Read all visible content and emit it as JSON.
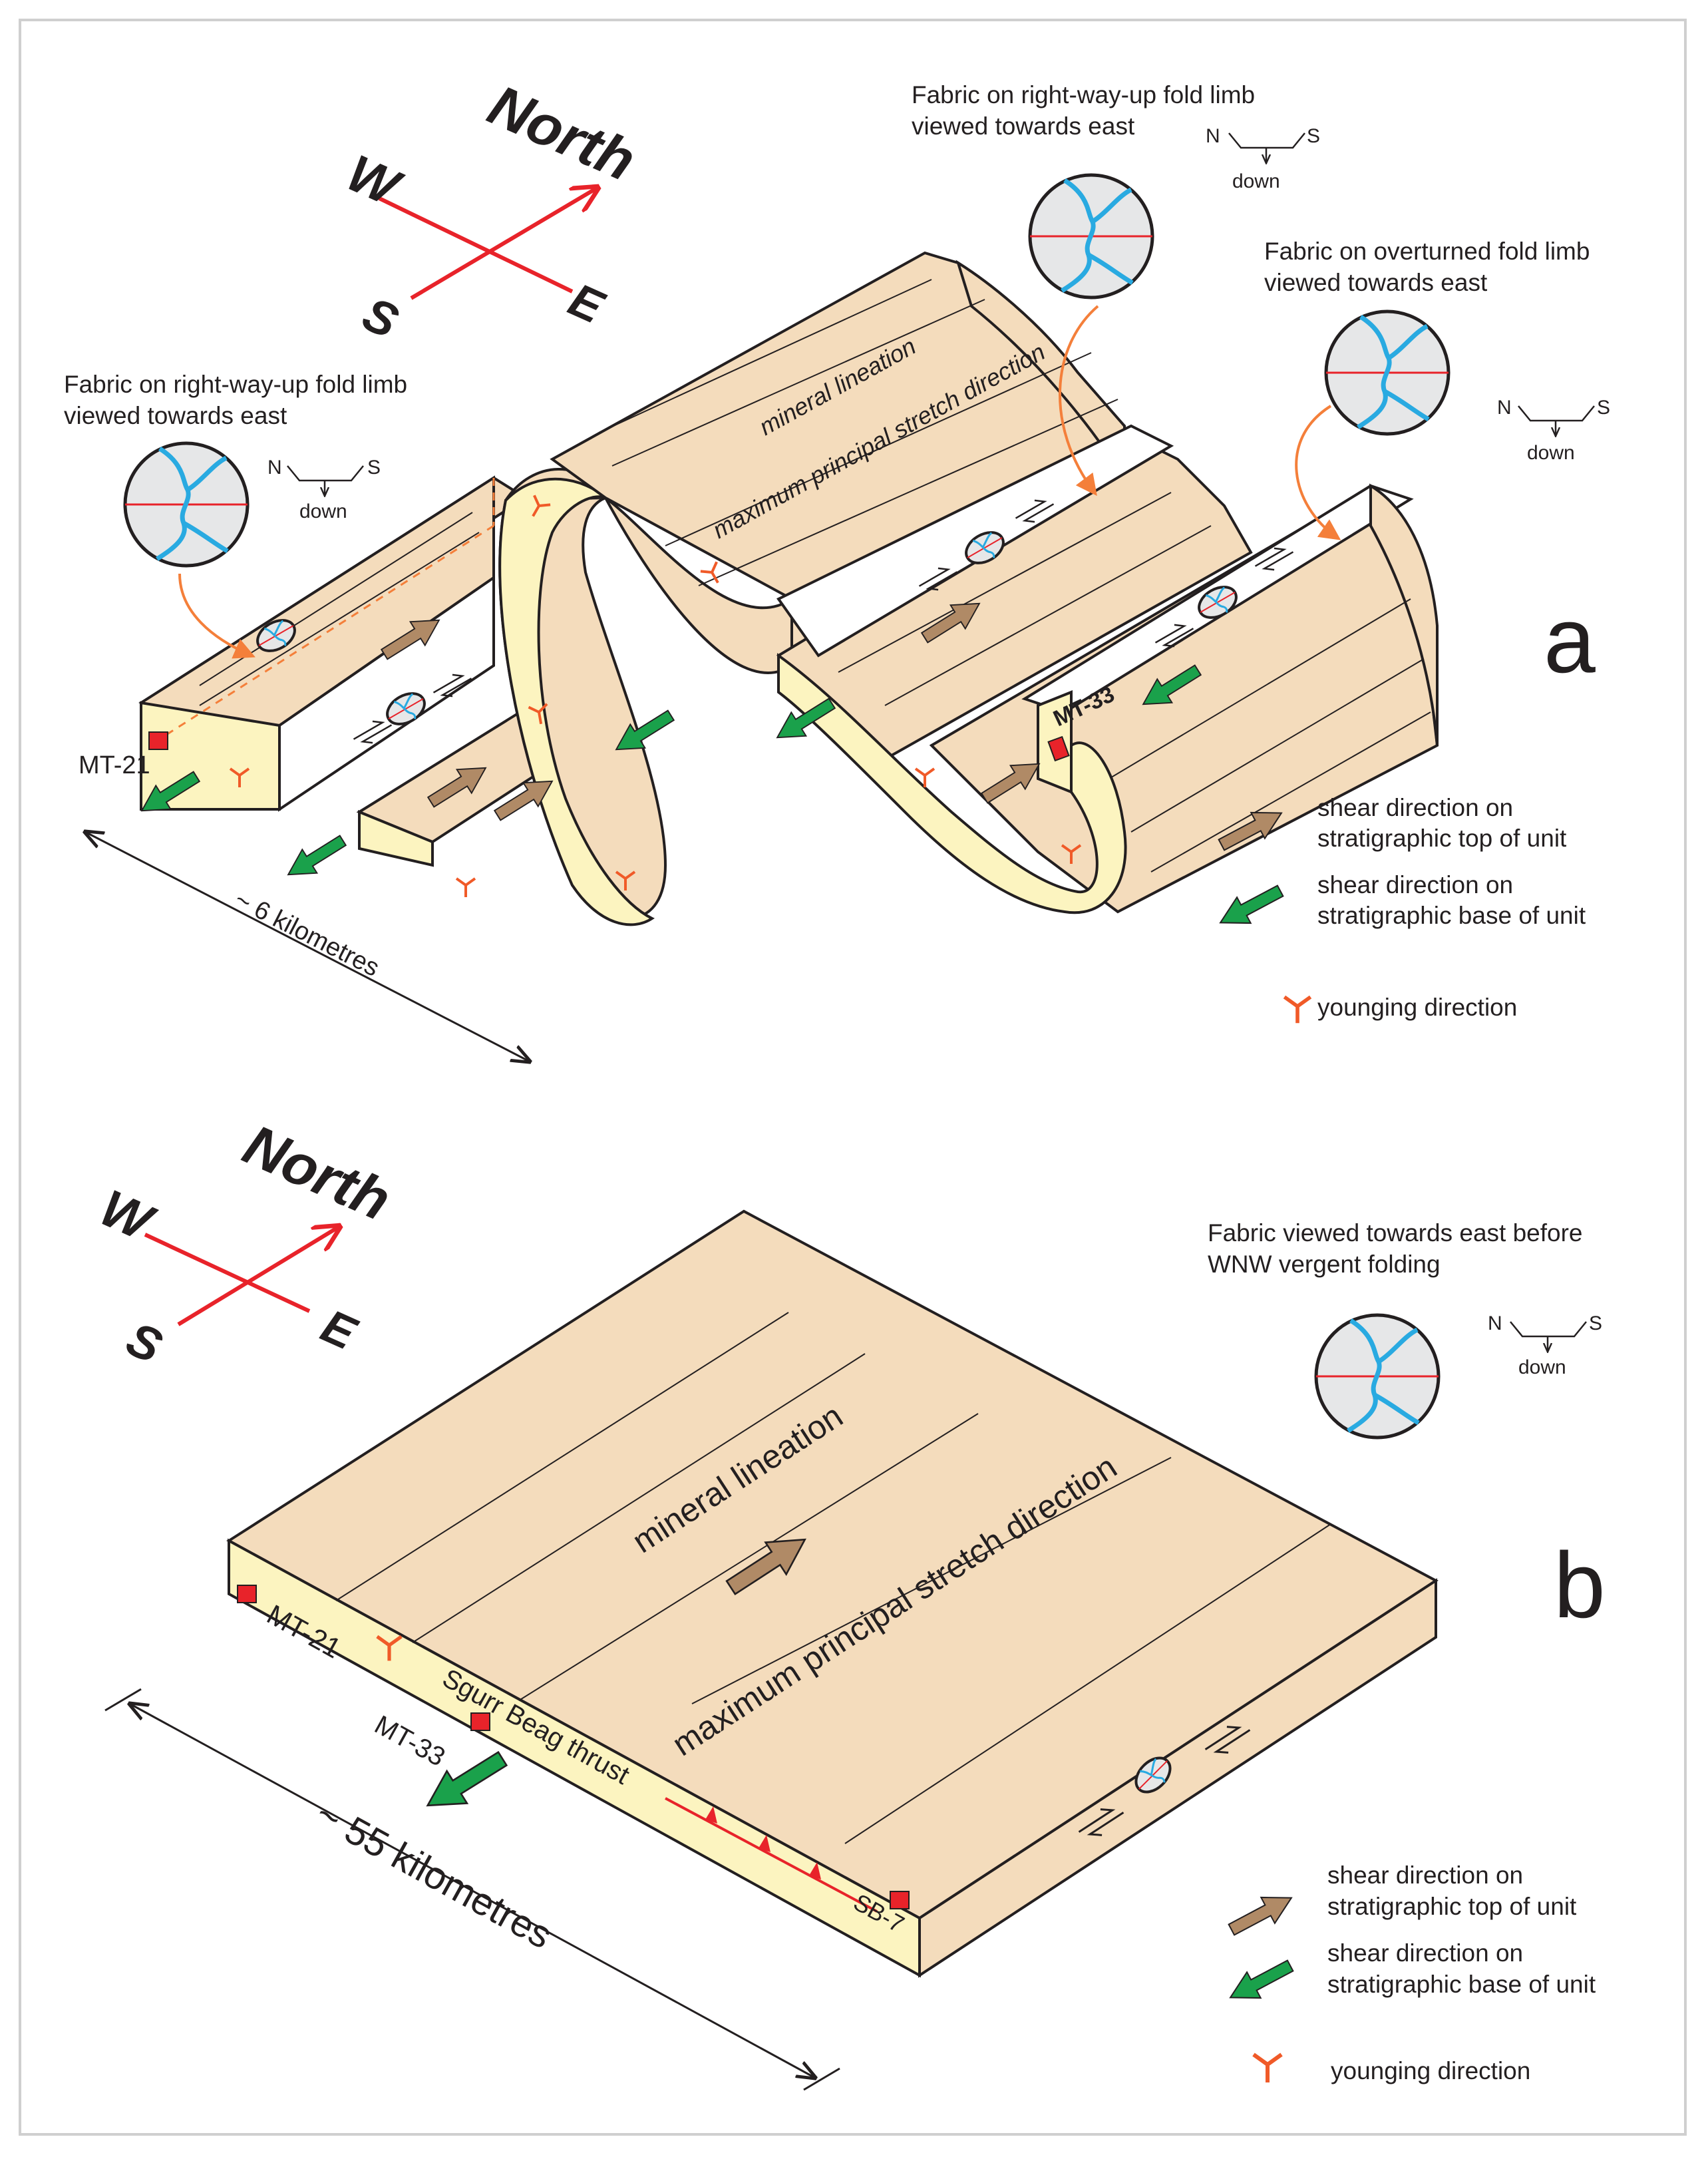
{
  "colors": {
    "block_fill": "#f4dcbc",
    "block_side": "#fcf4c0",
    "outline": "#231f20",
    "compass_red": "#e8232a",
    "lineation_brown": "#b08a66",
    "base_green": "#1aa14b",
    "younging_orange": "#f05a28",
    "fabric_blue": "#29aae1",
    "pointer_orange": "#f47f3a",
    "sample_red": "#e8232a"
  },
  "panel_a": {
    "panel_label": "a",
    "compass": {
      "north": "North",
      "west": "W",
      "east": "E",
      "south": "S"
    },
    "fabric_left": {
      "title_line1": "Fabric on right-way-up fold limb",
      "title_line2": "viewed towards east",
      "key_n": "N",
      "key_s": "S",
      "key_down": "down"
    },
    "fabric_top": {
      "title_line1": "Fabric on right-way-up fold limb",
      "title_line2": "viewed towards east",
      "key_n": "N",
      "key_s": "S",
      "key_down": "down"
    },
    "fabric_right": {
      "title_line1": "Fabric on overturned fold limb",
      "title_line2": "viewed towards east",
      "key_n": "N",
      "key_s": "S",
      "key_down": "down"
    },
    "fold_text_1": "mineral lineation",
    "fold_text_2": "maximum principal stretch direction",
    "sample_left": "MT-21",
    "sample_right": "MT-33",
    "scale_label": "~ 6 kilometres",
    "legend": {
      "top_line1": "shear direction on",
      "top_line2": "stratigraphic top of unit",
      "base_line1": "shear direction on",
      "base_line2": "stratigraphic base of unit",
      "younging": "younging direction"
    }
  },
  "panel_b": {
    "panel_label": "b",
    "compass": {
      "north": "North",
      "west": "W",
      "east": "E",
      "south": "S"
    },
    "fabric": {
      "title_line1": "Fabric viewed towards east before",
      "title_line2": "WNW vergent folding",
      "key_n": "N",
      "key_s": "S",
      "key_down": "down"
    },
    "slab_text_1": "mineral lineation",
    "slab_text_2": "maximum principal stretch direction",
    "sample_1": "MT-21",
    "sample_2": "MT-33",
    "sample_3": "SB-7",
    "thrust_label": "Sgurr Beag thrust",
    "scale_label": "~ 55 kilometres",
    "legend": {
      "top_line1": "shear direction on",
      "top_line2": "stratigraphic top of unit",
      "base_line1": "shear direction on",
      "base_line2": "stratigraphic base of unit",
      "younging": "younging direction"
    }
  }
}
